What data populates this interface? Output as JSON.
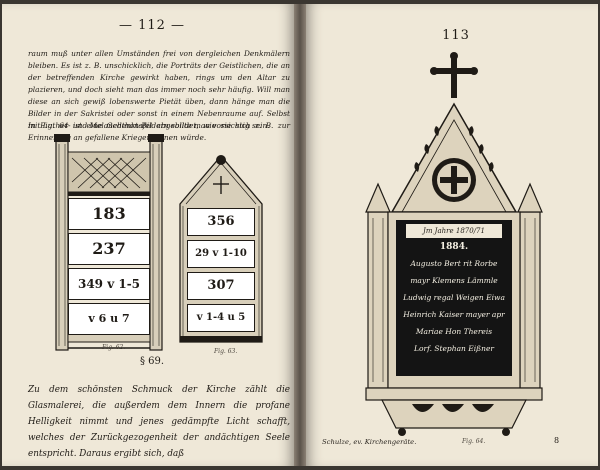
{
  "left": {
    "page_number": "— 112 —",
    "para1": "raum muß unter allen Umständen frei von dergleichen Denkmälern bleiben. Es ist z. B. unschicklich, die Porträts der Geistlichen, die an der betreffenden Kirche gewirkt haben, rings um den Altar zu plazieren, und doch sieht man das immer noch sehr häufig. Will man diese an sich gewiß lobenswerte Pietät üben, dann hänge man die Bilder in der Sakristei oder sonst in einem Nebenraume auf. Selbst mit Luther- und Melanchthon-Bildern sollte man vorsichtig sein.",
    "para2": "In Fig. 64 ist eine Gedenktafel abgebildet, wie sie sich z. B. zur Erinnerung an gefallene Krieger eignen würde.",
    "board1": {
      "rows": [
        "183",
        "237",
        "349 v 1-5",
        "v 6 u 7"
      ]
    },
    "board2": {
      "rows": [
        "356",
        "29 v 1-10",
        "307",
        "v 1-4 u 5"
      ]
    },
    "fig1_caption": "Fig. 62.",
    "fig2_caption": "Fig. 63.",
    "section": "§ 69.",
    "para3": "Zu dem schönsten Schmuck der Kirche zählt die Glasmalerei, die außerdem dem Innern die profane Helligkeit nimmt und jenes gedämpfte Licht schafft, welches der Zurückgezogenheit der andächtigen Seele entspricht. Daraus ergibt sich, daß"
  },
  "right": {
    "page_number": "113",
    "tablet_lines": [
      "Jm Jahre 1870/71",
      "1884.",
      "Augusto Bert rit Rorbe",
      "mayr Klemens Lämmle",
      "Ludwig regal Weigen Eiwa",
      "Heinrich Kaiser mayer apr",
      "Mariae Hon Thereis",
      "Lorf. Stephan Eißner"
    ],
    "fig_caption": "Fig. 64.",
    "footer": "Schulze, ev. Kirchengeräte.",
    "signature": "8"
  },
  "colors": {
    "paper": "#efe8d8",
    "ink": "#1f1b16",
    "tablet": "#141414"
  }
}
